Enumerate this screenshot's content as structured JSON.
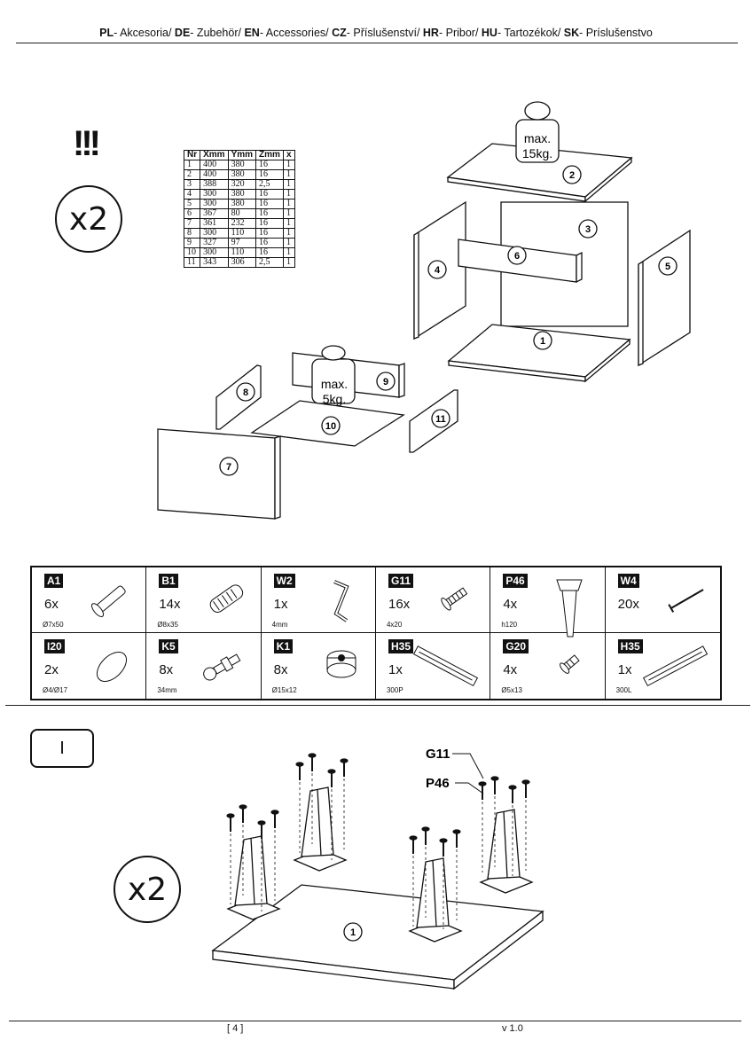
{
  "header": {
    "segments": [
      {
        "code": "PL",
        "text": "- Akcesoria/ "
      },
      {
        "code": "DE",
        "text": "- Zubehör/ "
      },
      {
        "code": "EN",
        "text": "- Accessories/ "
      },
      {
        "code": "CZ",
        "text": "- Příslušenství/ "
      },
      {
        "code": "HR",
        "text": "- Pribor/ "
      },
      {
        "code": "HU",
        "text": "- Tartozékok/ "
      },
      {
        "code": "SK",
        "text": "- Príslušenstvo"
      }
    ]
  },
  "warning_mark": "!!!",
  "multiplier_top": "x2",
  "multiplier_step": "x2",
  "parts_table": {
    "headers": [
      "Nr",
      "Xmm",
      "Ymm",
      "Zmm",
      "x"
    ],
    "rows": [
      [
        "1",
        "400",
        "380",
        "16",
        "1"
      ],
      [
        "2",
        "400",
        "380",
        "16",
        "1"
      ],
      [
        "3",
        "388",
        "320",
        "2,5",
        "1"
      ],
      [
        "4",
        "300",
        "380",
        "16",
        "1"
      ],
      [
        "5",
        "300",
        "380",
        "16",
        "1"
      ],
      [
        "6",
        "367",
        "80",
        "16",
        "1"
      ],
      [
        "7",
        "361",
        "232",
        "16",
        "1"
      ],
      [
        "8",
        "300",
        "110",
        "16",
        "1"
      ],
      [
        "9",
        "327",
        "97",
        "16",
        "1"
      ],
      [
        "10",
        "300",
        "110",
        "16",
        "1"
      ],
      [
        "11",
        "343",
        "306",
        "2,5",
        "1"
      ]
    ]
  },
  "diagram": {
    "part_numbers": [
      "1",
      "2",
      "3",
      "4",
      "5",
      "6",
      "7",
      "8",
      "9",
      "10",
      "11"
    ],
    "weight_large": {
      "line1": "max.",
      "line2": "15kg."
    },
    "weight_small": {
      "line1": "max.",
      "line2": "5kg."
    }
  },
  "accessories": [
    {
      "code": "A1",
      "qty": "6x",
      "size": "Ø7x50",
      "icon": "confirmat-screw-icon"
    },
    {
      "code": "B1",
      "qty": "14x",
      "size": "Ø8x35",
      "icon": "wooden-dowel-icon"
    },
    {
      "code": "W2",
      "qty": "1x",
      "size": "4mm",
      "icon": "allen-key-icon"
    },
    {
      "code": "G11",
      "qty": "16x",
      "size": "4x20",
      "icon": "wood-screw-icon"
    },
    {
      "code": "P46",
      "qty": "4x",
      "size": "h120",
      "icon": "furniture-leg-icon"
    },
    {
      "code": "W4",
      "qty": "20x",
      "size": "",
      "icon": "nail-icon"
    },
    {
      "code": "I20",
      "qty": "2x",
      "size": "Ø4/Ø17",
      "icon": "washer-icon"
    },
    {
      "code": "K5",
      "qty": "8x",
      "size": "34mm",
      "icon": "cam-bolt-icon"
    },
    {
      "code": "K1",
      "qty": "8x",
      "size": "Ø15x12",
      "icon": "cam-lock-icon"
    },
    {
      "code": "H35",
      "qty": "1x",
      "size": "300P",
      "icon": "drawer-slide-right-icon"
    },
    {
      "code": "G20",
      "qty": "4x",
      "size": "Ø5x13",
      "icon": "short-screw-icon"
    },
    {
      "code": "H35",
      "qty": "1x",
      "size": "300L",
      "icon": "drawer-slide-left-icon"
    }
  ],
  "step": {
    "label": "I",
    "callout_g11": "G11",
    "callout_p46": "P46",
    "panel_number": "1"
  },
  "footer": {
    "page": "[ 4 ]",
    "version": "v 1.0"
  }
}
